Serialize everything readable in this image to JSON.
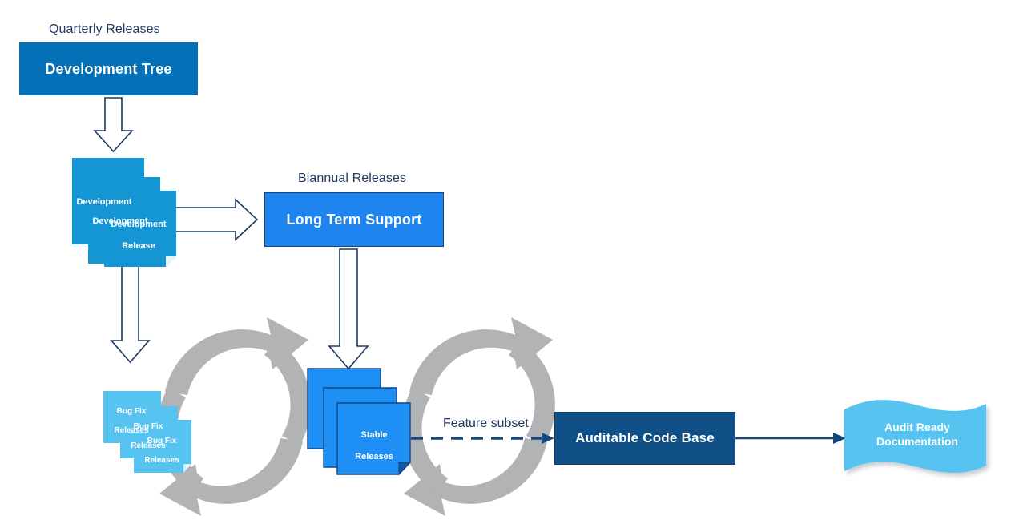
{
  "diagram": {
    "title_captions": {
      "quarterly": "Quarterly Releases",
      "biannual": "Biannual Releases"
    },
    "nodes": {
      "development_tree": {
        "label": "Development Tree",
        "color": "#0370B7",
        "text_color": "#FFFFFF"
      },
      "development_release": {
        "label_line1": "Development",
        "label_line2": "Release",
        "color": "#1496D4",
        "count": 3
      },
      "long_term_support": {
        "label": "Long Term Support",
        "color": "#1E85F0",
        "border": "#14467F"
      },
      "bug_fix_releases": {
        "label_line1": "Bug Fix",
        "label_line2": "Releases",
        "color": "#56C3F0",
        "count": 3
      },
      "stable_releases": {
        "label_line1": "Stable",
        "label_line2": "Releases",
        "color": "#1E90F5",
        "border": "#14467F",
        "count": 3
      },
      "auditable_code_base": {
        "label": "Auditable Code Base",
        "color": "#115087",
        "text_color": "#FFFFFF"
      },
      "audit_ready_documentation": {
        "label_line1": "Audit Ready",
        "label_line2": "Documentation",
        "color": "#56C3F0",
        "text_color": "#FFFFFF"
      }
    },
    "edges": {
      "feature_subset_label": "Feature subset",
      "arrow_outline_color": "#1F3864",
      "arrow_fill_color": "#FFFFFF",
      "solid_arrow_color": "#14467F",
      "cycle_arrow_color": "#B1B3B5"
    },
    "palette": {
      "caption_text": "#1F3864",
      "background": "#FFFFFF",
      "gray_cycle": "#B1B3B5",
      "navy": "#14467F",
      "dark_navy": "#0C3E69"
    }
  }
}
